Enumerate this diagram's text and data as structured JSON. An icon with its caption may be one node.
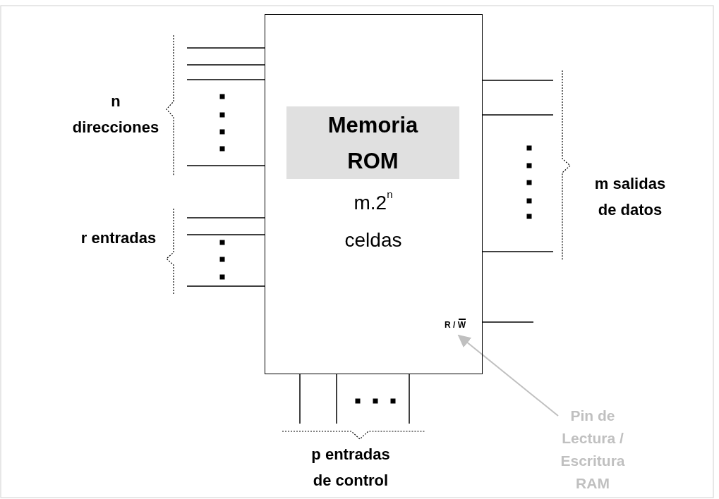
{
  "diagram": {
    "nodes": [
      {
        "text": [
          "Memoria ROM",
          "m.2$^{n}$ celdas"
        ]
      },
      {
        "text": [
          "R / W"
        ],
        "in": 0
      },
      {
        "text": [
          "Pin de Lectura / Escritura RAM"
        ]
      }
    ],
    "edges": [
      {
        "from": null,
        "to": 0,
        "arrow": "none"
      },
      {
        "from": null,
        "to": 0,
        "arrow": "none"
      },
      {
        "from": null,
        "to": 0,
        "arrow": "none"
      },
      {
        "from": null,
        "to": 0,
        "arrow": "none"
      },
      {
        "from": null,
        "to": 0,
        "arrow": "none"
      },
      {
        "from": null,
        "to": 0,
        "arrow": "none"
      },
      {
        "from": null,
        "to": 0,
        "arrow": "none"
      },
      {
        "from": 0,
        "to": null,
        "arrow": "none"
      },
      {
        "from": 0,
        "to": null,
        "arrow": "none"
      },
      {
        "from": 0,
        "to": null,
        "arrow": "none"
      },
      {
        "from": 0,
        "to": null,
        "arrow": "none"
      },
      {
        "from": null,
        "to": 0,
        "arrow": "none"
      },
      {
        "from": null,
        "to": 0,
        "arrow": "none"
      },
      {
        "from": null,
        "to": 0,
        "arrow": "none"
      },
      {
        "from": 2,
        "to": 1,
        "arrow": "to",
        "color": "#c0c0c0"
      }
    ],
    "labels": [
      "n direcciones",
      "r entradas",
      "m salidas de datos",
      "p entradas de control"
    ]
  }
}
